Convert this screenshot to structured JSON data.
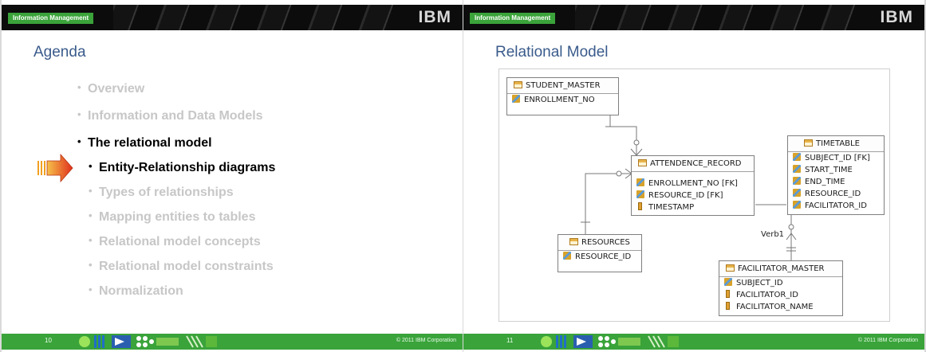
{
  "header": {
    "badge": "Information Management",
    "logo": "IBM"
  },
  "footer": {
    "copyright": "© 2011 IBM Corporation"
  },
  "slides": [
    {
      "page": "10",
      "title": "Agenda",
      "agenda": [
        {
          "label": "Overview",
          "level": 1,
          "current": false
        },
        {
          "label": "Information and Data Models",
          "level": 1,
          "current": false
        },
        {
          "label": "The relational model",
          "level": 1,
          "current": true
        },
        {
          "label": "Entity-Relationship diagrams",
          "level": 2,
          "current": true
        },
        {
          "label": "Types of relationships",
          "level": 2,
          "current": false
        },
        {
          "label": "Mapping entities to tables",
          "level": 2,
          "current": false
        },
        {
          "label": "Relational model concepts",
          "level": 2,
          "current": false
        },
        {
          "label": "Relational model constraints",
          "level": 2,
          "current": false
        },
        {
          "label": "Normalization",
          "level": 2,
          "current": false
        }
      ]
    },
    {
      "page": "11",
      "title": "Relational Model",
      "diagram": {
        "student_master": {
          "name": "STUDENT_MASTER",
          "attrs": [
            "ENROLLMENT_NO"
          ]
        },
        "attendence_record": {
          "name": "ATTENDENCE_RECORD",
          "attrs": [
            "ENROLLMENT_NO [FK]",
            "RESOURCE_ID [FK]",
            "TIMESTAMP"
          ]
        },
        "timetable": {
          "name": "TIMETABLE",
          "attrs": [
            "SUBJECT_ID [FK]",
            "START_TIME",
            "END_TIME",
            "RESOURCE_ID",
            "FACILITATOR_ID"
          ]
        },
        "resources": {
          "name": "RESOURCES",
          "attrs": [
            "RESOURCE_ID"
          ]
        },
        "facilitator_master": {
          "name": "FACILITATOR_MASTER",
          "attrs": [
            "SUBJECT_ID",
            "FACILITATOR_ID",
            "FACILITATOR_NAME"
          ]
        },
        "verb_label": "Verb1"
      }
    }
  ],
  "colors": {
    "title": "#3a5b8c",
    "green": "#3aa33a",
    "inactive": "#c7c7c7"
  }
}
